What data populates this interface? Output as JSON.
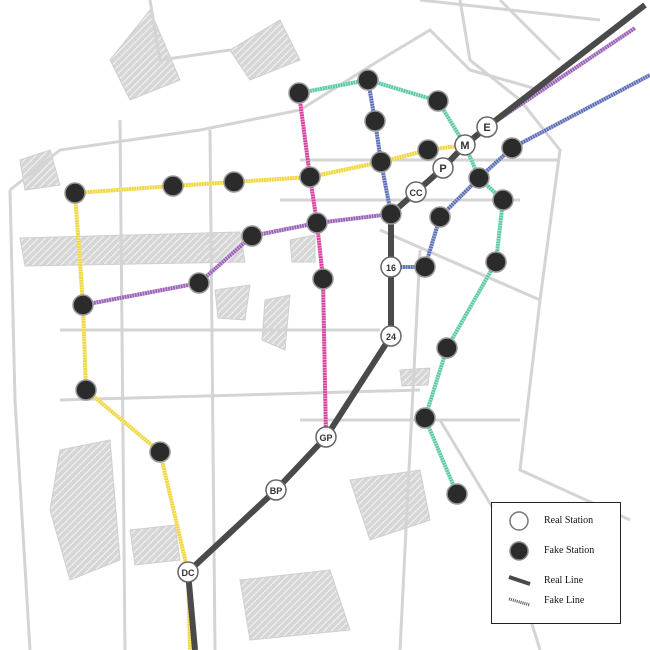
{
  "colors": {
    "real_line": "#4a4a4a",
    "yellow": "#f0d640",
    "purple": "#9a62b8",
    "magenta": "#d8409f",
    "teal": "#5ccaa8",
    "blue": "#5d6fb8",
    "fake_station": "#2b2b2b",
    "map_gray": "#d0d0d0"
  },
  "legend": {
    "real_station": "Real Station",
    "fake_station": "Fake Station",
    "real_line": "Real Line",
    "fake_line": "Fake Line"
  },
  "real_stations": [
    {
      "label": "E",
      "pt": [
        487,
        127
      ]
    },
    {
      "label": "M",
      "pt": [
        465,
        145
      ]
    },
    {
      "label": "P",
      "pt": [
        443,
        168
      ]
    },
    {
      "label": "CC",
      "pt": [
        416,
        192
      ]
    },
    {
      "label": "16",
      "pt": [
        391,
        267
      ]
    },
    {
      "label": "24",
      "pt": [
        391,
        336
      ]
    },
    {
      "label": "GP",
      "pt": [
        326,
        437
      ]
    },
    {
      "label": "BP",
      "pt": [
        276,
        490
      ]
    },
    {
      "label": "DC",
      "pt": [
        188,
        572
      ]
    }
  ]
}
